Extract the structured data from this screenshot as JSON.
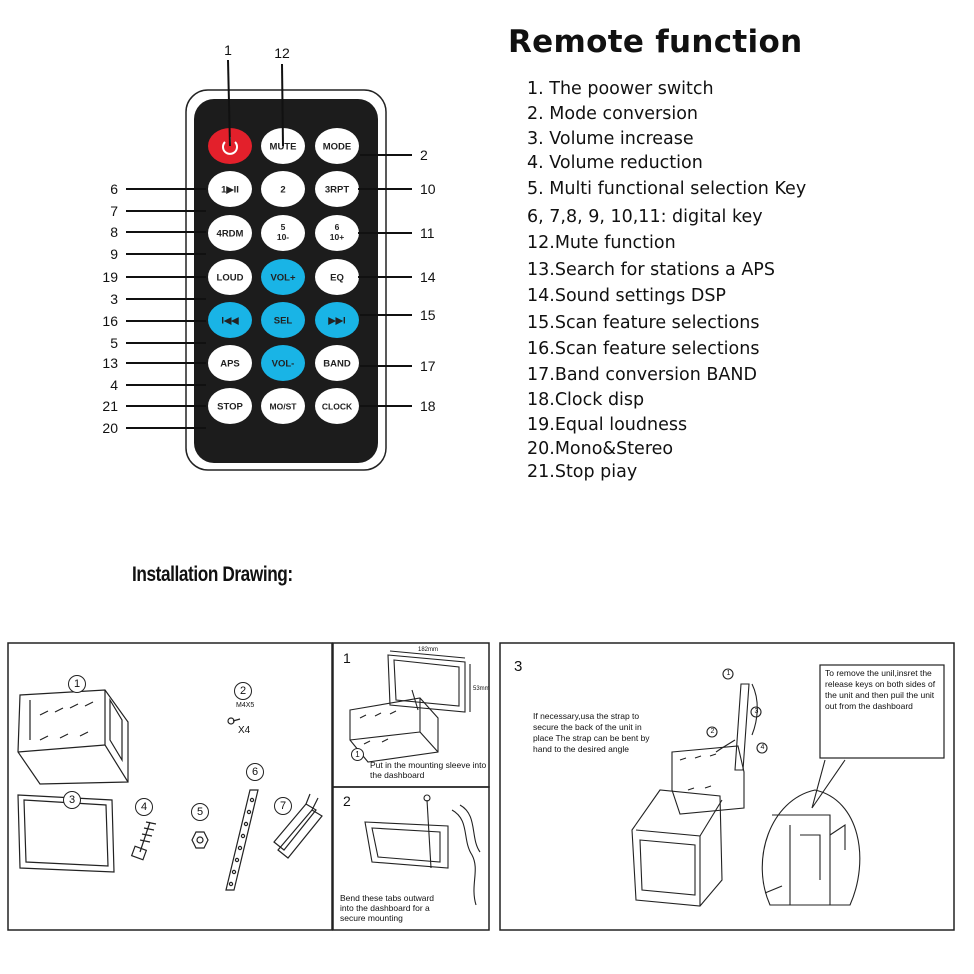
{
  "title": "Remote function",
  "functions": [
    "1. The poower switch",
    "2. Mode conversion",
    "3. Volume increase",
    "4. Volume reduction",
    "5. Multi functional selection Key",
    "6, 7,8, 9, 10,11: digital key",
    "12.Mute function",
    "13.Search for stations a APS",
    "14.Sound settings DSP",
    "15.Scan feature selections",
    "16.Scan feature selections",
    "17.Band conversion BAND",
    "18.Clock disp",
    "19.Equal loudness",
    "20.Mono&Stereo",
    "21.Stop piay"
  ],
  "remote": {
    "buttons": [
      {
        "label": "",
        "type": "power"
      },
      {
        "label": "MUTE"
      },
      {
        "label": "MODE"
      },
      {
        "label": "1▶II"
      },
      {
        "label": "2"
      },
      {
        "label": "3RPT"
      },
      {
        "label": "4RDM"
      },
      {
        "label": "5 10-"
      },
      {
        "label": "6 10+"
      },
      {
        "label": "LOUD"
      },
      {
        "label": "VOL+",
        "type": "blue"
      },
      {
        "label": "EQ"
      },
      {
        "label": "I◀◀",
        "type": "blue"
      },
      {
        "label": "SEL",
        "type": "blue"
      },
      {
        "label": "▶▶I",
        "type": "blue"
      },
      {
        "label": "APS"
      },
      {
        "label": "VOL-",
        "type": "blue"
      },
      {
        "label": "BAND"
      },
      {
        "label": "STOP"
      },
      {
        "label": "MO/ST"
      },
      {
        "label": "CLOCK"
      }
    ],
    "callouts_left": [
      "6",
      "7",
      "8",
      "9",
      "19",
      "3",
      "16",
      "5",
      "13",
      "4",
      "21",
      "20"
    ],
    "callouts_right": [
      "2",
      "10",
      "11",
      "14",
      "15",
      "17",
      "18"
    ],
    "callouts_top": [
      "1",
      "12"
    ]
  },
  "installation": {
    "title": "Installation Drawing:",
    "parts": {
      "numbers": [
        "1",
        "2",
        "3",
        "4",
        "5",
        "6",
        "7"
      ],
      "screw_label": "M4X5",
      "screw_qty": "X4"
    },
    "step1": {
      "number": "1",
      "text": "Put in the mounting sleeve into the dashboard",
      "dim1": "182mm",
      "dim2": "53mm",
      "callout": "1"
    },
    "step2": {
      "number": "2",
      "text": "Bend these tabs outward into the dashboard for a secure mounting"
    },
    "step3": {
      "number": "3",
      "strap_text": "If necessary,usa the strap to secure the back of the unit in place The strap can be bent by hand to the desired angle",
      "remove_text": "To remove the unil,insret the release keys on both sides of the unit and then puil the unit out from the dashboard",
      "callouts": [
        "1",
        "2",
        "3",
        "4"
      ]
    }
  },
  "colors": {
    "remote_body": "#1c1c1c",
    "power": "#e3202b",
    "blue": "#19b4e6",
    "button": "#ffffff"
  }
}
